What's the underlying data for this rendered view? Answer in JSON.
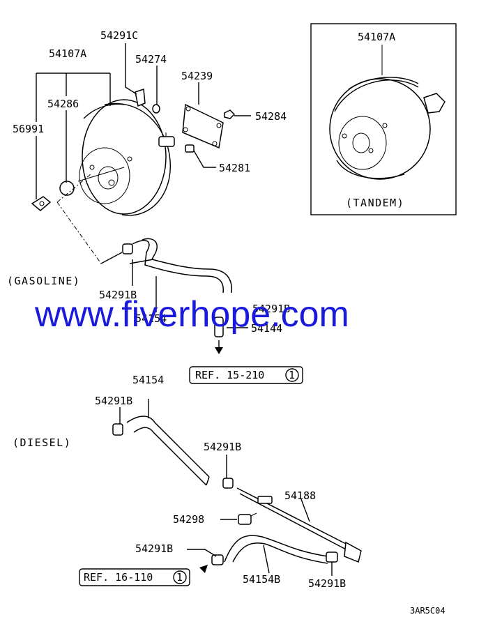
{
  "labels": {
    "p54291c": "54291C",
    "p54107a": "54107A",
    "p54274": "54274",
    "p54239": "54239",
    "p54286": "54286",
    "p56991": "56991",
    "p54284": "54284",
    "p54281": "54281",
    "gasoline": "(GASOLINE)",
    "p54291b_g": "54291B",
    "p54154_g": "54154",
    "p54291b_mid": "54291B",
    "p54144": "54144",
    "ref1": "REF. 15-210",
    "ref1_num": "1",
    "tandem_part": "54107A",
    "tandem": "(TANDEM)",
    "p54154_d": "54154",
    "p54291b_d1": "54291B",
    "diesel": "(DIESEL)",
    "p54291b_d2": "54291B",
    "p54188": "54188",
    "p54298": "54298",
    "p54291b_d3": "54291B",
    "ref2": "REF. 16-110",
    "ref2_num": "1",
    "p54154b": "54154B",
    "p54291b_d4": "54291B",
    "code": "3AR5C04"
  },
  "watermark": "www.fiverhope.com",
  "colors": {
    "watermark": "#1a1adc",
    "line": "#000000"
  }
}
